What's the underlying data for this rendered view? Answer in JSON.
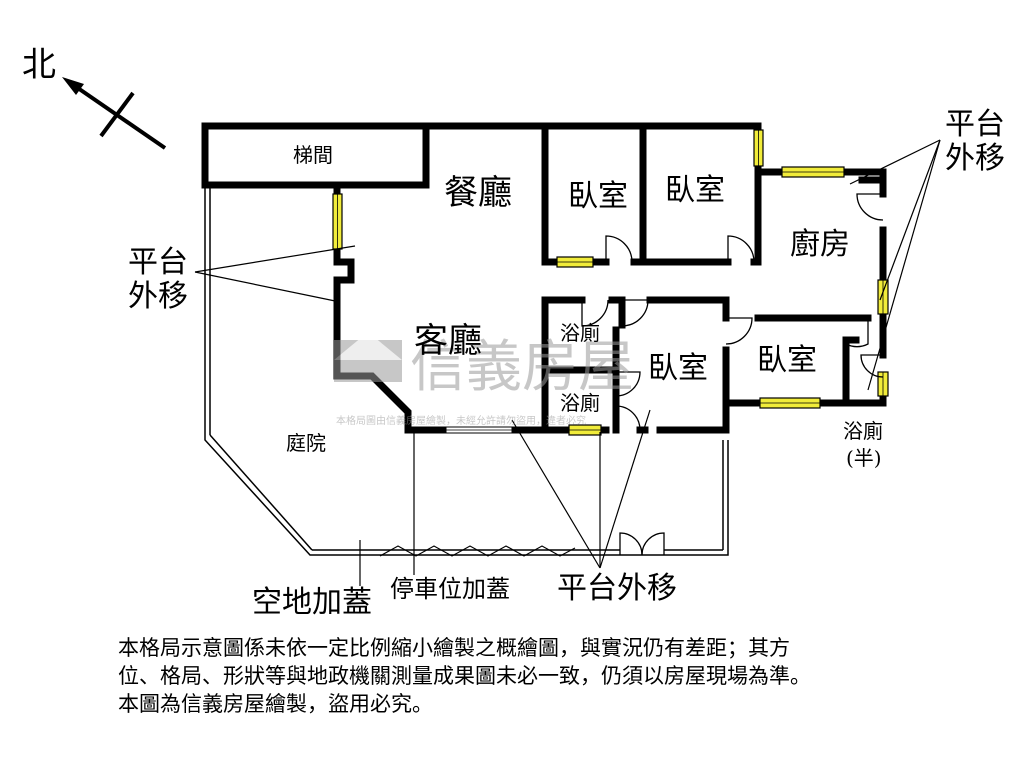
{
  "compass": {
    "label": "北"
  },
  "rooms": {
    "stairwell": "梯間",
    "dining": "餐廳",
    "bedroom_1": "臥室",
    "bedroom_2": "臥室",
    "kitchen": "廚房",
    "living": "客廳",
    "bath_1": "浴廁",
    "bath_2": "浴廁",
    "bedroom_3": "臥室",
    "bedroom_4": "臥室",
    "bath_half": "浴廁",
    "bath_half_note": "(半)",
    "courtyard": "庭院"
  },
  "annotations": {
    "platform_shift_left_line1": "平台",
    "platform_shift_left_line2": "外移",
    "platform_shift_right_line1": "平台",
    "platform_shift_right_line2": "外移",
    "platform_shift_bottom": "平台外移",
    "open_space_cover": "空地加蓋",
    "parking_cover": "停車位加蓋"
  },
  "watermark": {
    "brand": "信義房屋",
    "caption": "本格局圖由信義房屋繪製，未經允許請勿盜用，違者必究"
  },
  "notice": {
    "line1": "本格局示意圖係未依一定比例縮小繪製之概繪圖，與實況仍有差距；其方",
    "line2": "位、格局、形狀等與地政機關測量成果圖未必一致，仍須以房屋現場為準。",
    "line3": "本圖為信義房屋繪製，盜用必究。"
  },
  "colors": {
    "window": "#f1ec3a",
    "watermark": "#9a9a9a"
  }
}
